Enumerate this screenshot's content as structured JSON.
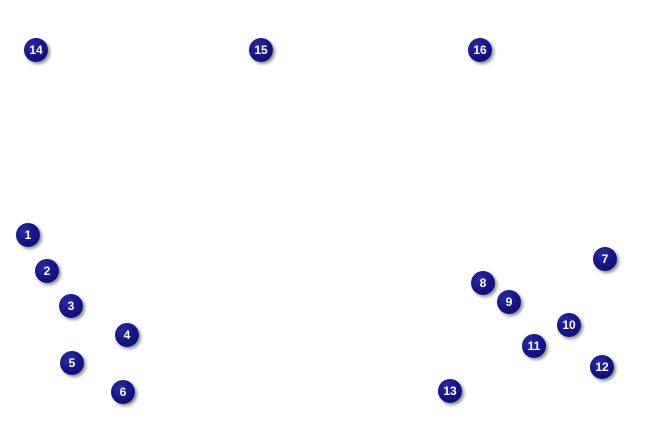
{
  "markers": [
    {
      "label": "1"
    },
    {
      "label": "2"
    },
    {
      "label": "3"
    },
    {
      "label": "4"
    },
    {
      "label": "5"
    },
    {
      "label": "6"
    },
    {
      "label": "7"
    },
    {
      "label": "8"
    },
    {
      "label": "9"
    },
    {
      "label": "10"
    },
    {
      "label": "11"
    },
    {
      "label": "12"
    },
    {
      "label": "13"
    },
    {
      "label": "14"
    },
    {
      "label": "15"
    },
    {
      "label": "16"
    }
  ],
  "colors": {
    "marker_fill": "#16168a",
    "marker_text": "#ffffff",
    "background": "#ffffff"
  }
}
